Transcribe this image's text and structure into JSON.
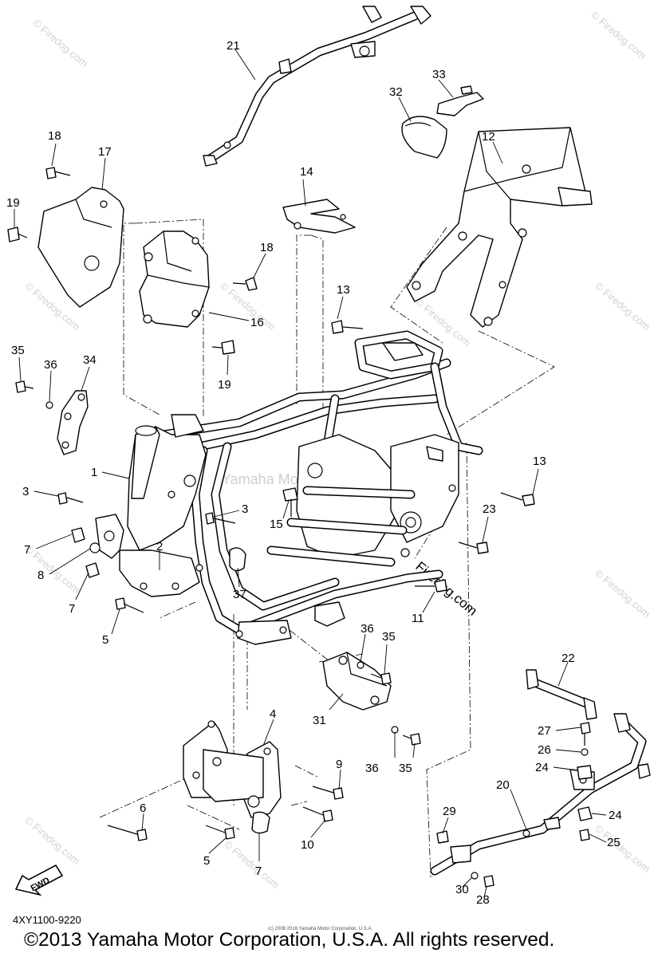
{
  "diagram": {
    "code": "4XY1100-9220",
    "copyright": "©2013 Yamaha Motor Corporation, U.S.A. All rights reserved.",
    "tiny_copyright": "(c) 2008 2016 Yamaha Motor Corporation, U.S.A.",
    "fwd_label": "FWD",
    "watermarks": {
      "firedog": "© Firedog.com",
      "center": "Yamaha Motor Corp, U.S.A.",
      "firedog_plain": "Firedog.com"
    },
    "callouts": {
      "c1": "1",
      "c2": "2",
      "c3a": "3",
      "c3b": "3",
      "c4": "4",
      "c5a": "5",
      "c5b": "5",
      "c6": "6",
      "c7a": "7",
      "c7b": "7",
      "c7c": "7",
      "c8": "8",
      "c9": "9",
      "c10": "10",
      "c11": "11",
      "c12": "12",
      "c13a": "13",
      "c13b": "13",
      "c14": "14",
      "c15": "15",
      "c16": "16",
      "c17": "17",
      "c18a": "18",
      "c18b": "18",
      "c19a": "19",
      "c19b": "19",
      "c20": "20",
      "c21": "21",
      "c22": "22",
      "c23": "23",
      "c24a": "24",
      "c24b": "24",
      "c25": "25",
      "c26": "26",
      "c27": "27",
      "c28": "28",
      "c29": "29",
      "c30": "30",
      "c31": "31",
      "c32": "32",
      "c33": "33",
      "c34": "34",
      "c35a": "35",
      "c35b": "35",
      "c35c": "35",
      "c36a": "36",
      "c36b": "36",
      "c36c": "36",
      "c37": "37"
    }
  }
}
